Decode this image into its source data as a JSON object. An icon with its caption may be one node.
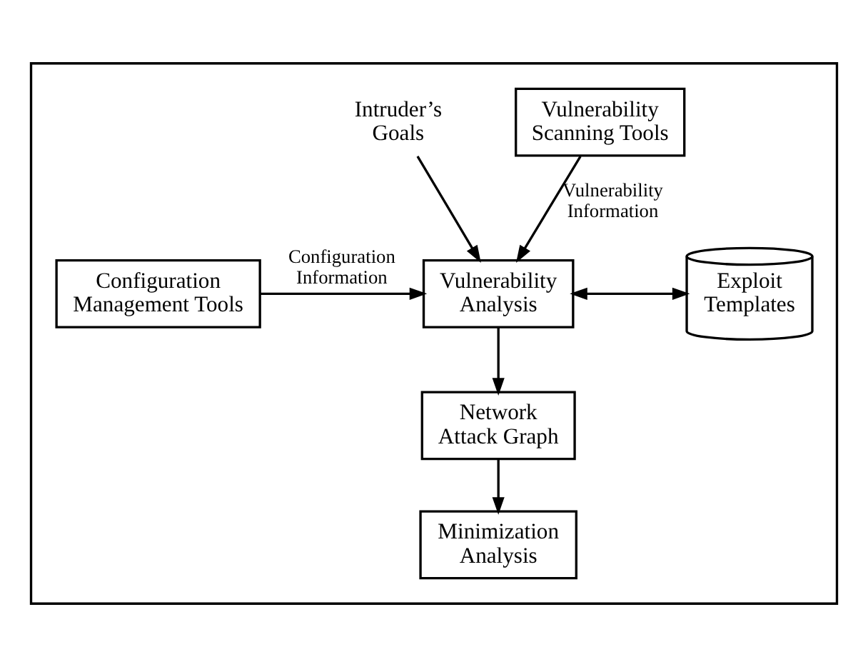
{
  "diagram": {
    "nodes": [
      {
        "text": [],
        "shape": "box"
      },
      {
        "text": [
          "Vulnerability Scanning Tools"
        ],
        "in": 0
      },
      {
        "text": [
          "Intruder’s Goals"
        ],
        "in": 0
      },
      {
        "text": [
          "Configuration Management Tools"
        ],
        "in": 0
      },
      {
        "text": [
          "Vulnerability Analysis"
        ],
        "in": 0
      },
      {
        "text": [
          "Exploit Templates"
        ],
        "in": 0
      },
      {
        "text": [
          "Network Attack Graph"
        ],
        "in": 0
      },
      {
        "text": [
          "Minimization Analysis"
        ],
        "in": 0
      }
    ],
    "edges": [
      {
        "from": 1,
        "to": 4,
        "arrow": "to",
        "label": "Vulnerability Information"
      },
      {
        "from": 3,
        "to": 4,
        "arrow": "to",
        "label": "Configuration Information"
      },
      {
        "from": 2,
        "to": 4,
        "arrow": "to"
      },
      {
        "from": 4,
        "to": 5,
        "arrow": "both"
      },
      {
        "from": 4,
        "to": 6,
        "arrow": "to"
      },
      {
        "from": 6,
        "to": 7,
        "arrow": "to"
      }
    ]
  }
}
